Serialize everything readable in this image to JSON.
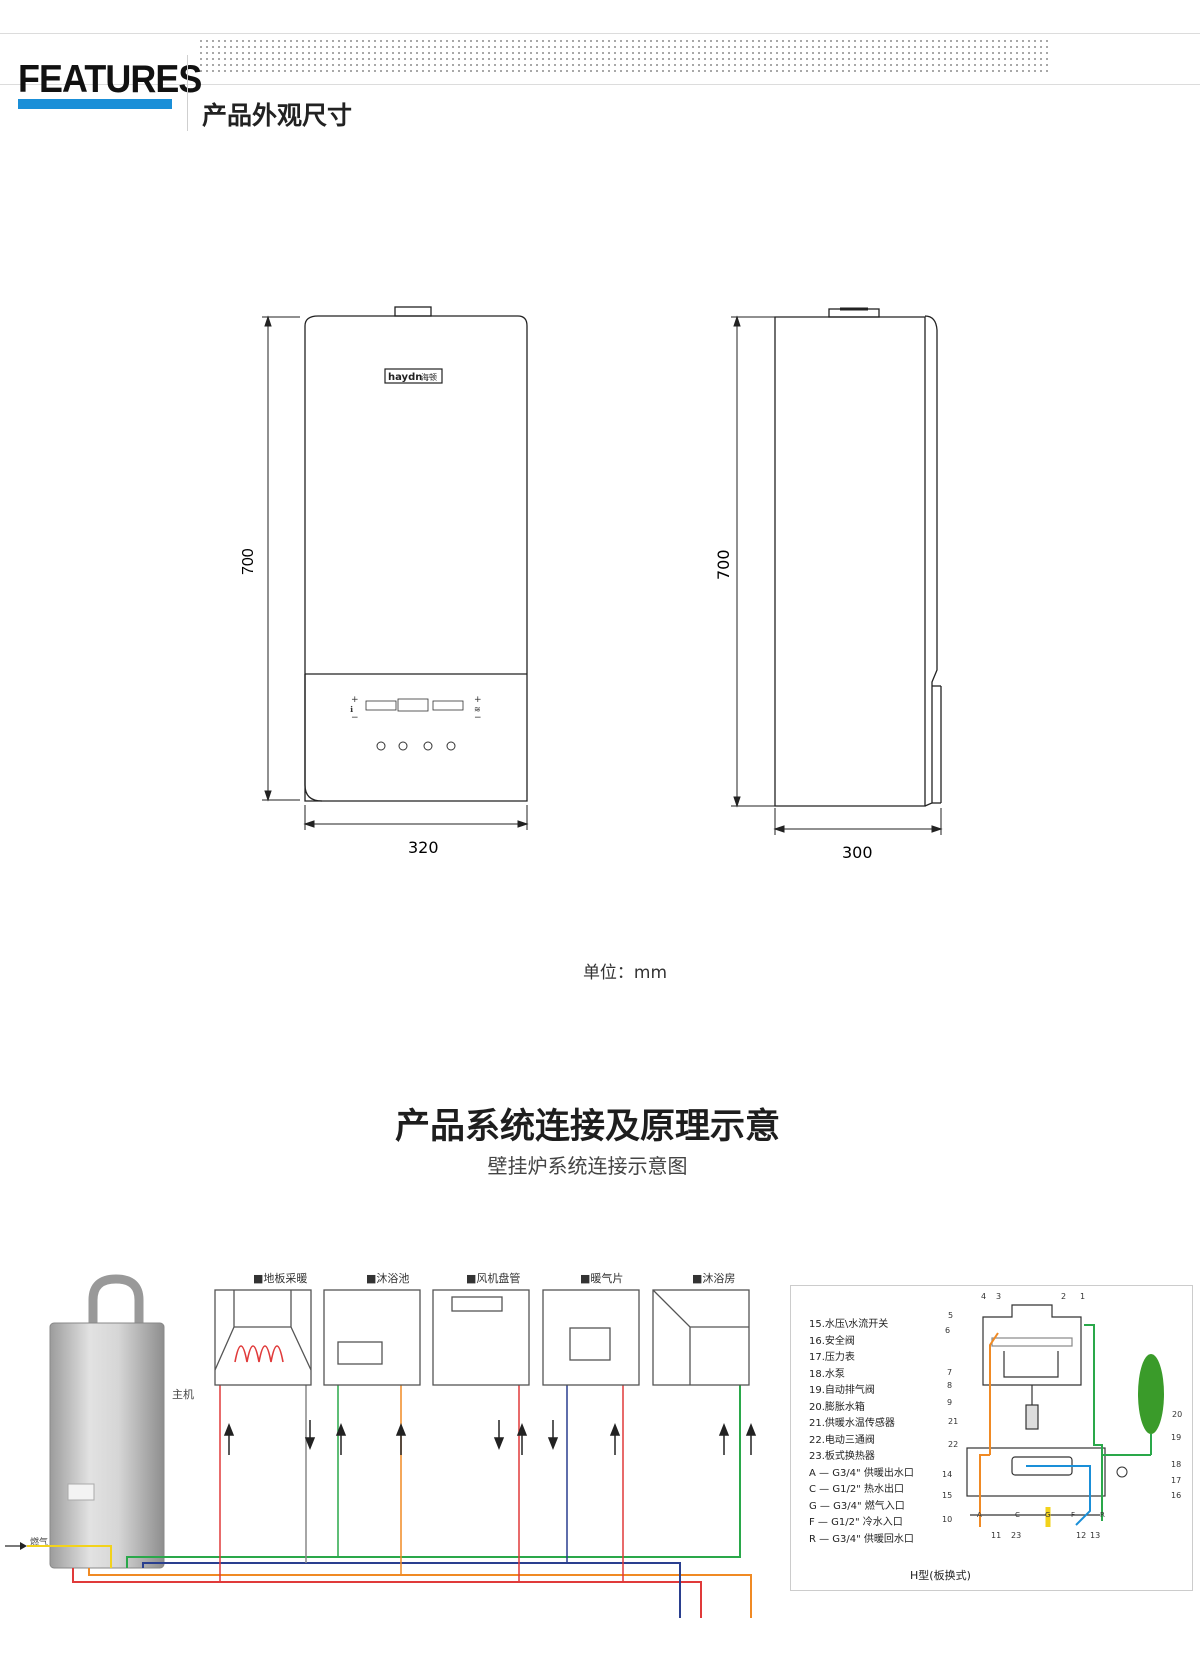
{
  "header": {
    "brand": "FEATURES",
    "subtitle": "产品外观尺寸"
  },
  "dimensions": {
    "front_height": "700",
    "front_width": "320",
    "side_height": "700",
    "side_depth": "300",
    "logo": "haydn",
    "logo_cn": "海顿",
    "unit_note": "单位：mm"
  },
  "section2": {
    "title": "产品系统连接及原理示意",
    "subtitle": "壁挂炉系统连接示意图"
  },
  "system_diagram": {
    "host_label": "主机",
    "gas_label": "燃气",
    "panels": [
      "■地板采暖",
      "■沐浴池",
      "■风机盘管",
      "■暖气片",
      "■沐浴房"
    ]
  },
  "schematic": {
    "legend": [
      "15.水压\\水流开关",
      "16.安全阀",
      "17.压力表",
      "18.水泵",
      "19.自动排气阀",
      "20.膨胀水箱",
      "21.供暖水温传感器",
      "22.电动三通阀",
      "23.板式换热器",
      "A — G3/4\"  供暖出水口",
      "C — G1/2\"  热水出口",
      "G — G3/4\"  燃气入口",
      "F — G1/2\"  冷水入口",
      "R — G3/4\"  供暖回水口"
    ],
    "caption": "H型(板换式)",
    "numbers": {
      "n1": "1",
      "n2": "2",
      "n3": "3",
      "n4": "4",
      "n5": "5",
      "n6": "6",
      "n7": "7",
      "n8": "8",
      "n9": "9",
      "n10": "10",
      "n11": "11",
      "n12": "12",
      "n13": "13",
      "n14": "14",
      "n15": "15",
      "n16": "16",
      "n17": "17",
      "n18": "18",
      "n19": "19",
      "n20": "20",
      "n21": "21",
      "n22": "22",
      "n23": "23"
    },
    "ports": {
      "A": "A",
      "C": "C",
      "G": "G",
      "F": "F",
      "R": "R"
    }
  },
  "colors": {
    "accent_blue": "#1a8fd8",
    "pipe_red": "#e03a3a",
    "pipe_orange": "#f08a24",
    "pipe_yellow": "#f2d21b",
    "pipe_green": "#2aa84a",
    "pipe_navy": "#2a3f8f",
    "tank_green": "#3a9b2a"
  }
}
